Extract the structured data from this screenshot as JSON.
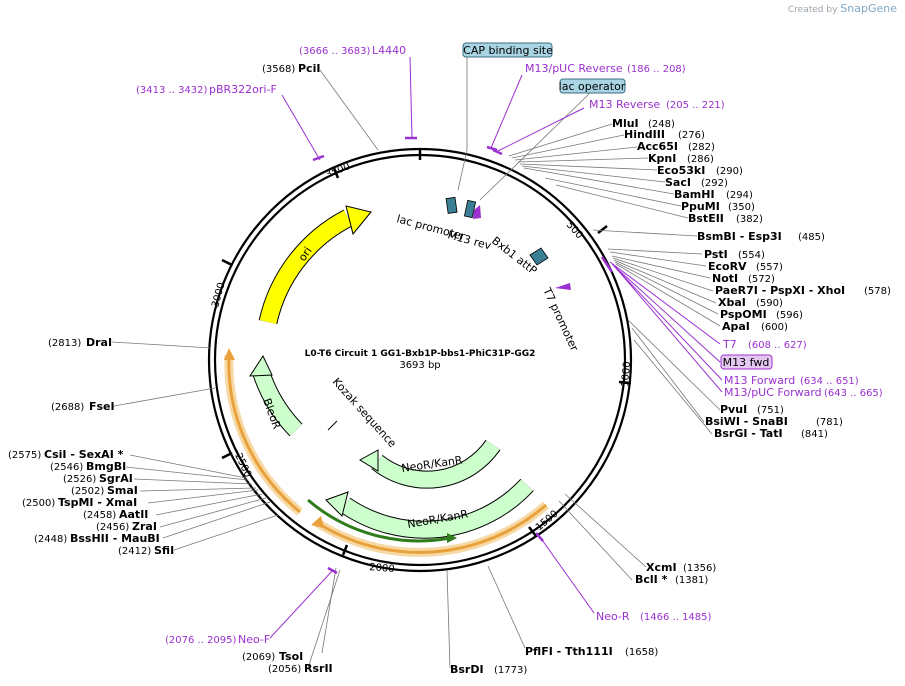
{
  "credit": {
    "prefix": "Created by",
    "brand": "SnapGene"
  },
  "title": "L0-T6 Circuit 1 GG1-Bxb1P-bbs1-PhiC31P-GG2",
  "size_label": "3693 bp",
  "ticks": [
    "500",
    "1000",
    "1500",
    "2000",
    "2500",
    "3000",
    "3500"
  ],
  "callout_boxes": [
    {
      "id": "cap",
      "text": "CAP binding site"
    },
    {
      "id": "lac",
      "text": "lac operator"
    },
    {
      "id": "m13fwd",
      "text": "M13 fwd"
    }
  ],
  "enzymes_right": [
    {
      "name": "MluI",
      "pos": "(248)"
    },
    {
      "name": "HindIII",
      "pos": "(276)"
    },
    {
      "name": "Acc65I",
      "pos": "(282)"
    },
    {
      "name": "KpnI",
      "pos": "(286)"
    },
    {
      "name": "Eco53kI",
      "pos": "(290)"
    },
    {
      "name": "SacI",
      "pos": "(292)"
    },
    {
      "name": "BamHI",
      "pos": "(294)"
    },
    {
      "name": "PpuMI",
      "pos": "(350)"
    },
    {
      "name": "BstEII",
      "pos": "(382)"
    },
    {
      "name": "BsmBI - Esp3I",
      "pos": "(485)"
    },
    {
      "name": "PstI",
      "pos": "(554)"
    },
    {
      "name": "EcoRV",
      "pos": "(557)"
    },
    {
      "name": "NotI",
      "pos": "(572)"
    },
    {
      "name": "PaeR7I - PspXI - XhoI",
      "pos": "(578)"
    },
    {
      "name": "XbaI",
      "pos": "(590)"
    },
    {
      "name": "PspOMI",
      "pos": "(596)"
    },
    {
      "name": "ApaI",
      "pos": "(600)"
    },
    {
      "name": "PvuI",
      "pos": "(751)"
    },
    {
      "name": "BsiWI - SnaBI",
      "pos": "(781)"
    },
    {
      "name": "BsrGI - TatI",
      "pos": "(841)"
    },
    {
      "name": "XcmI",
      "pos": "(1356)"
    },
    {
      "name": "BclI *",
      "pos": "(1381)"
    },
    {
      "name": "PflFI - Tth111I",
      "pos": "(1658)"
    },
    {
      "name": "BsrDI",
      "pos": "(1773)"
    }
  ],
  "enzymes_left": [
    {
      "name": "PciI",
      "pos": "(3568)"
    },
    {
      "name": "DraI",
      "pos": "(2813)"
    },
    {
      "name": "FseI",
      "pos": "(2688)"
    },
    {
      "name": "CsiI - SexAI *",
      "pos": "(2575)"
    },
    {
      "name": "BmgBI",
      "pos": "(2546)"
    },
    {
      "name": "SgrAI",
      "pos": "(2526)"
    },
    {
      "name": "SmaI",
      "pos": "(2502)"
    },
    {
      "name": "TspMI - XmaI",
      "pos": "(2500)"
    },
    {
      "name": "AatII",
      "pos": "(2458)"
    },
    {
      "name": "ZraI",
      "pos": "(2456)"
    },
    {
      "name": "BssHII - MauBI",
      "pos": "(2448)"
    },
    {
      "name": "SfiI",
      "pos": "(2412)"
    },
    {
      "name": "TsoI",
      "pos": "(2069)"
    },
    {
      "name": "RsrII",
      "pos": "(2056)"
    }
  ],
  "primers": [
    {
      "name": "L4440",
      "range": "(3666 .. 3683)"
    },
    {
      "name": "pBR322ori-F",
      "range": "(3413 .. 3432)"
    },
    {
      "name": "M13/pUC Reverse",
      "range": "(186 .. 208)"
    },
    {
      "name": "M13 Reverse",
      "range": "(205 .. 221)"
    },
    {
      "name": "T7",
      "range": "(608 .. 627)"
    },
    {
      "name": "M13 Forward",
      "range": "(634 .. 651)"
    },
    {
      "name": "M13/pUC Forward",
      "range": "(643 .. 665)"
    },
    {
      "name": "Neo-R",
      "range": "(1466 .. 1485)"
    },
    {
      "name": "Neo-F",
      "range": "(2076 .. 2095)"
    }
  ],
  "features": [
    {
      "name": "ori",
      "color": "#ffff00"
    },
    {
      "name": "BleoR",
      "color": "#ccffcc"
    },
    {
      "name": "NeoR/KanR",
      "color": "#ccffcc"
    },
    {
      "name": "NeoR/KanR",
      "color": "#ccffcc"
    },
    {
      "name": "lac promoter"
    },
    {
      "name": "M13 rev"
    },
    {
      "name": "Bxb1 attP"
    },
    {
      "name": "T7 promoter"
    },
    {
      "name": "Kozak sequence"
    }
  ],
  "colors": {
    "primer": "#9b30d0",
    "feature_box": "#3a7f94",
    "orange": "#e9a13b",
    "green_line": "#2e7d1a"
  }
}
